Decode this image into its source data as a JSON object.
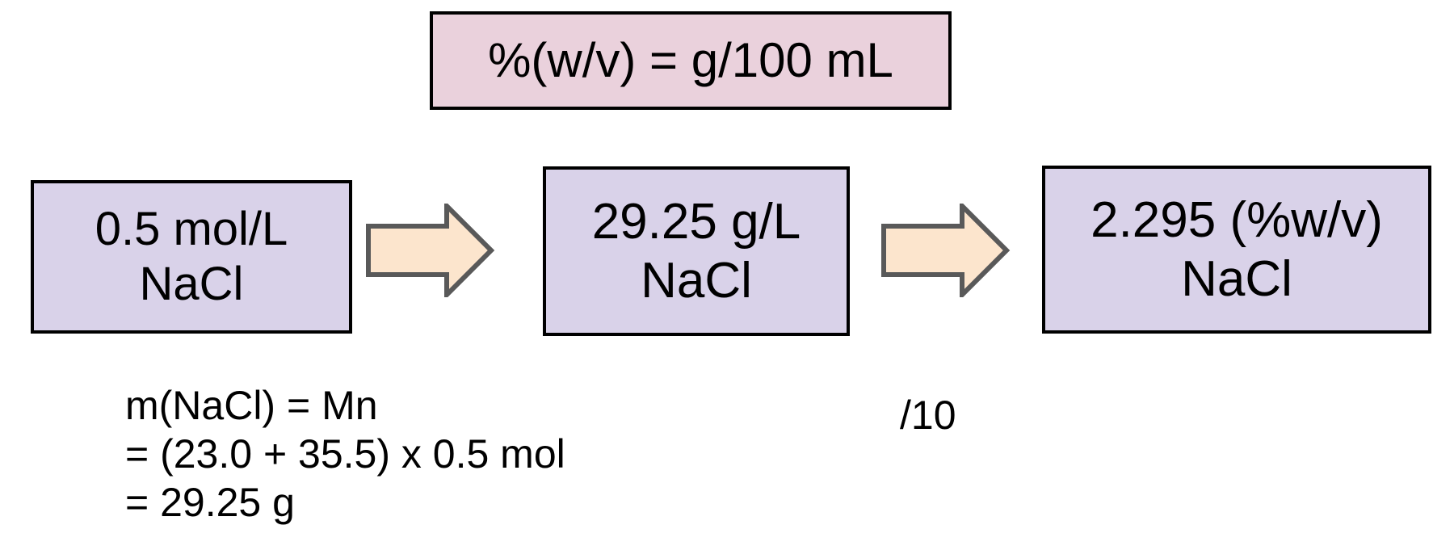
{
  "formula": "%(w/v) = g/100 mL",
  "steps": [
    {
      "line1": "0.5 mol/L",
      "line2": "NaCl"
    },
    {
      "line1": "29.25 g/L",
      "line2": "NaCl"
    },
    {
      "line1": "2.295 (%w/v)",
      "line2": "NaCl"
    }
  ],
  "calculation": {
    "lines": [
      "m(NaCl) = Mn",
      "= (23.0 + 35.5) x 0.5 mol",
      "= 29.25 g"
    ]
  },
  "divide_label": "/10",
  "colors": {
    "formula_box": "#ead1dc",
    "step_box": "#d9d2e9",
    "arrow_fill": "#fce5cd",
    "arrow_stroke": "#595959"
  }
}
